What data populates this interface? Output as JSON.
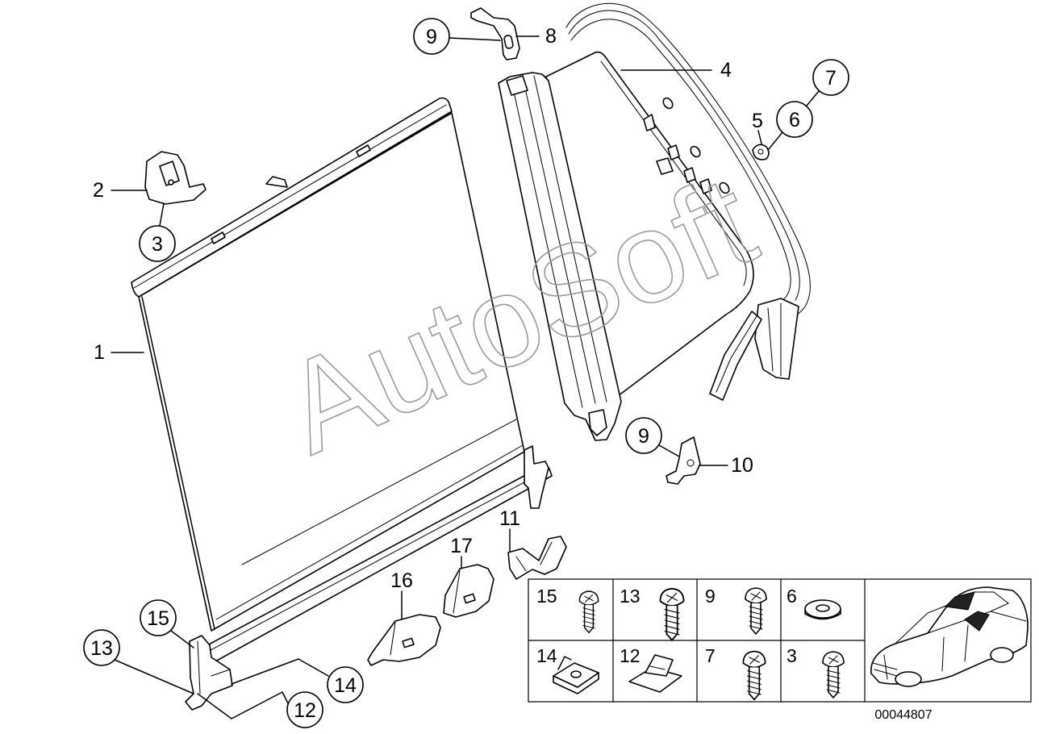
{
  "callouts": {
    "part_1": "1",
    "part_2": "2",
    "part_3": "3",
    "part_4": "4",
    "part_5": "5",
    "part_6": "6",
    "part_7": "7",
    "part_8": "8",
    "part_9_top": "9",
    "part_9_middle": "9",
    "part_10": "10",
    "part_11": "11",
    "part_12": "12",
    "part_13": "13",
    "part_14": "14",
    "part_15": "15",
    "part_16": "16",
    "part_17": "17"
  },
  "fastener_table": {
    "top_row": [
      "15",
      "13",
      "9",
      "6"
    ],
    "bottom_row": [
      "14",
      "12",
      "7",
      "3"
    ]
  },
  "drawing_number": "00044807",
  "watermark": "AutoSoft"
}
